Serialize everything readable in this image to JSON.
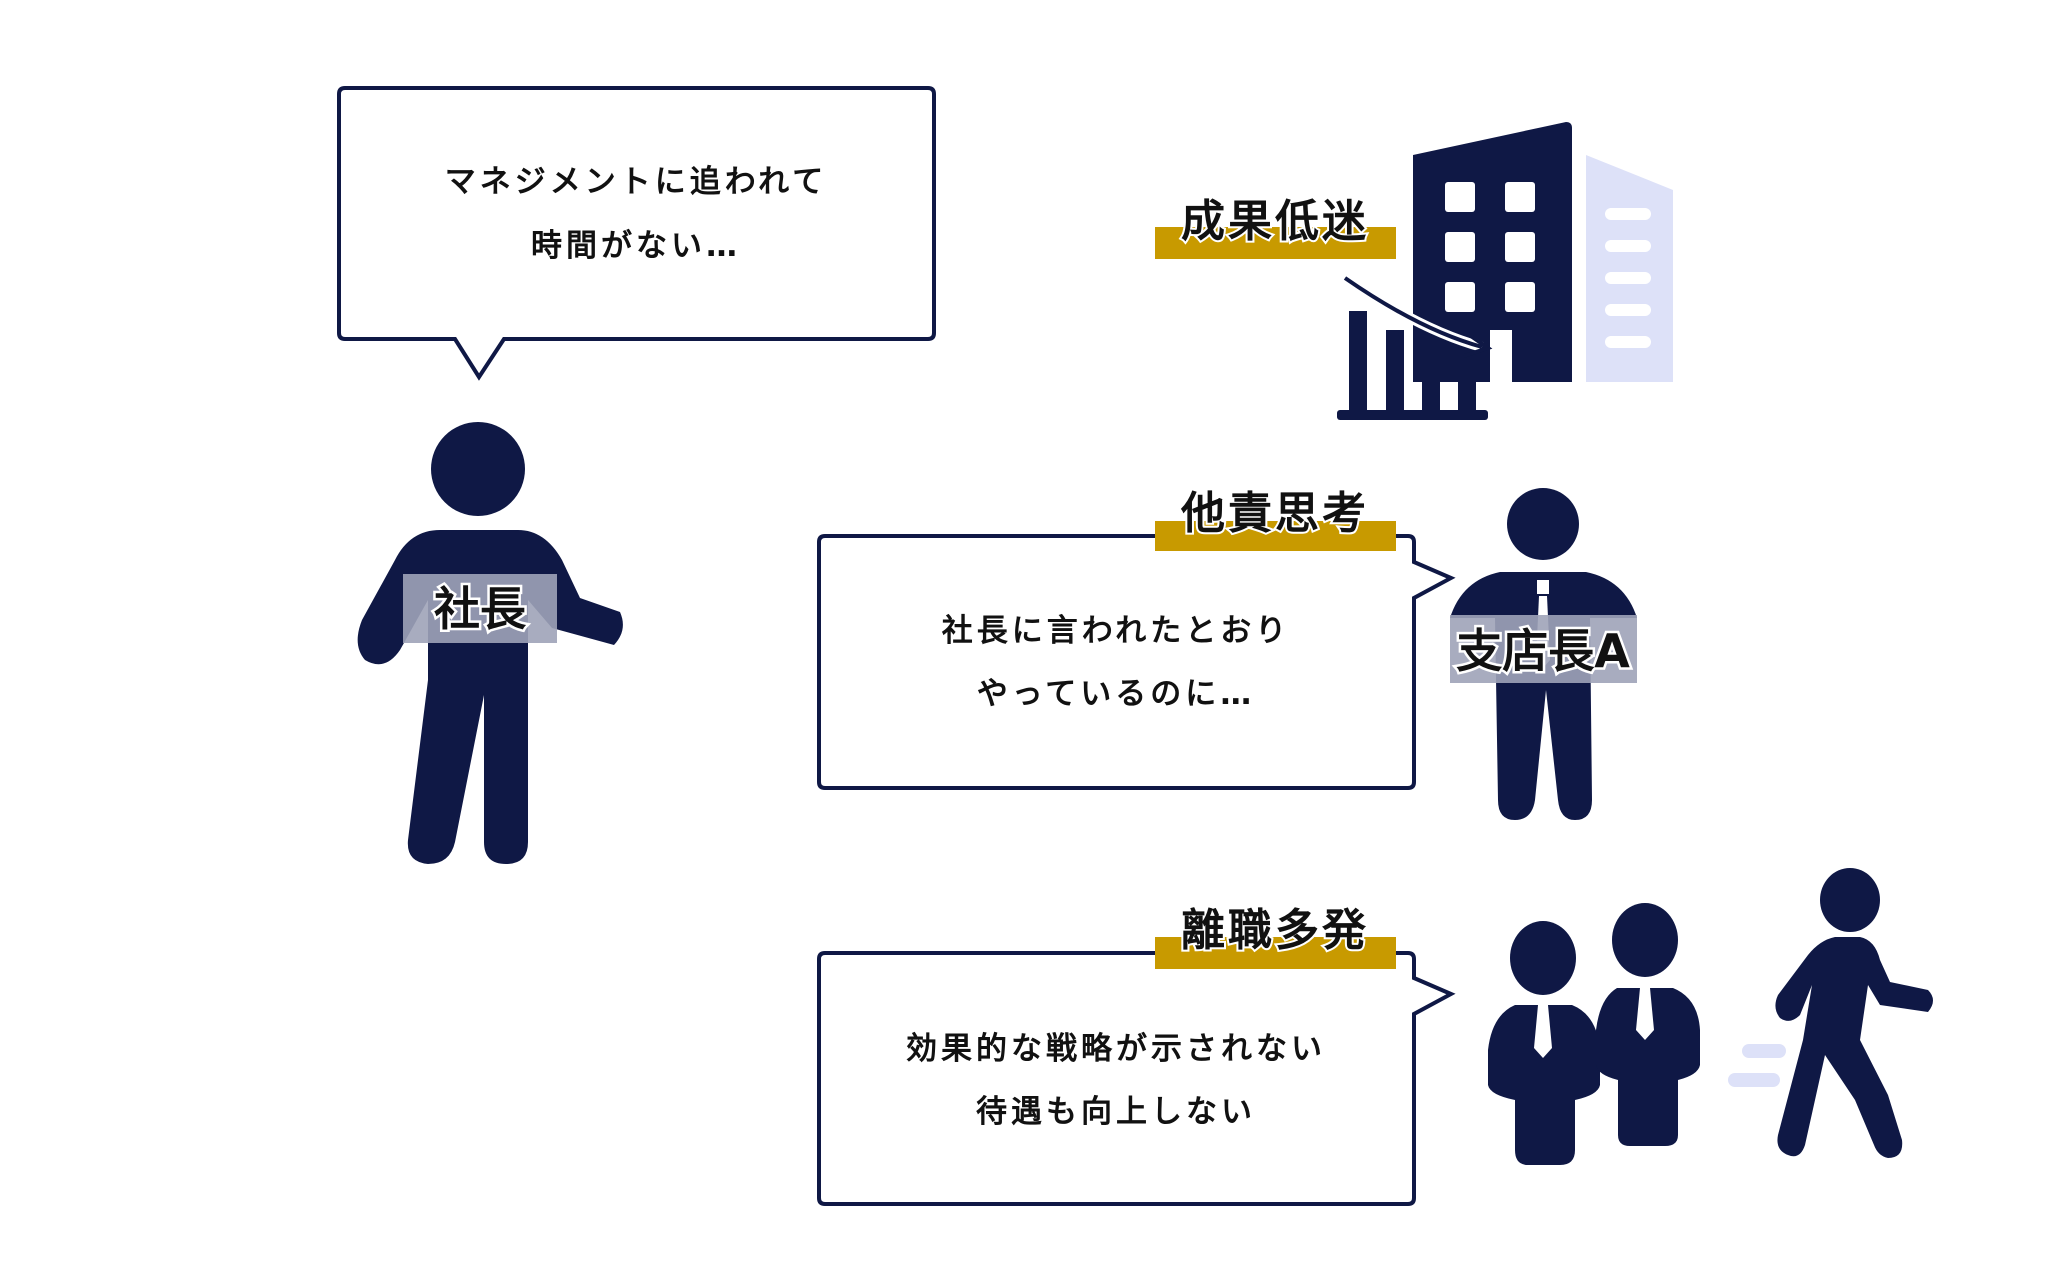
{
  "colors": {
    "navy": "#0f1845",
    "gold": "#c89a00",
    "light": "#dde1f8",
    "label_bg": "#9ea3b8"
  },
  "president": {
    "label": "社長",
    "speech": {
      "line1": "マネジメントに追われて",
      "line2": "時間がない…"
    }
  },
  "issues": [
    {
      "tag": "成果低迷",
      "icon": "declining-building-chart-icon"
    },
    {
      "tag": "他責思考",
      "speech": {
        "line1": "社長に言われたとおり",
        "line2": "やっているのに…"
      },
      "person_label": "支店長A"
    },
    {
      "tag": "離職多発",
      "speech": {
        "line1": "効果的な戦略が示されない",
        "line2": "待遇も向上しない"
      },
      "icon": "employees-leaving-icon"
    }
  ]
}
